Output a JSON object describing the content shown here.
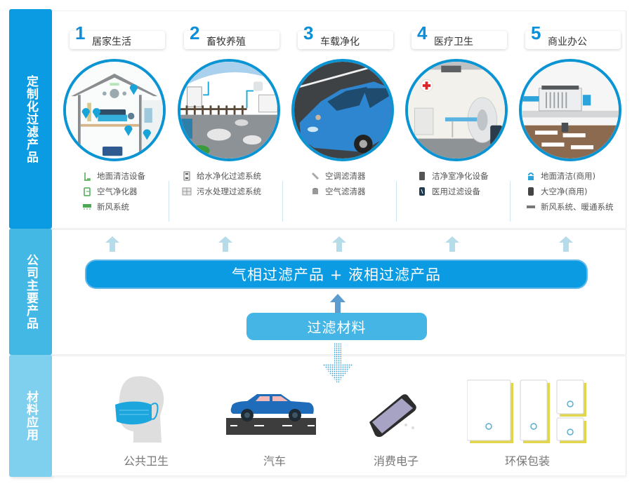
{
  "side_labels": {
    "customized": "定制化过滤产品",
    "main_products": "公司主要产品",
    "material_app": "材料应用"
  },
  "scenarios": [
    {
      "num": "1",
      "title": "居家生活",
      "items": [
        {
          "icon": "vacuum-icon",
          "label": "地面清洁设备"
        },
        {
          "icon": "air-purifier-icon",
          "label": "空气净化器"
        },
        {
          "icon": "ventilation-unit-icon",
          "label": "新风系统"
        }
      ]
    },
    {
      "num": "2",
      "title": "畜牧养殖",
      "items": [
        {
          "icon": "water-filter-cabinet-icon",
          "label": "给水净化过滤系统"
        },
        {
          "icon": "sewage-grid-icon",
          "label": "污水处理过滤系统"
        }
      ]
    },
    {
      "num": "3",
      "title": "车载净化",
      "items": [
        {
          "icon": "ac-filter-icon",
          "label": "空调滤清器"
        },
        {
          "icon": "air-filter-icon",
          "label": "空气滤清器"
        }
      ]
    },
    {
      "num": "4",
      "title": "医疗卫生",
      "items": [
        {
          "icon": "cleanroom-unit-icon",
          "label": "洁净室净化设备"
        },
        {
          "icon": "medical-filter-icon",
          "label": "医用过滤设备"
        }
      ]
    },
    {
      "num": "5",
      "title": "商业办公",
      "items": [
        {
          "icon": "commercial-vacuum-icon",
          "label": "地面清洁(商用)"
        },
        {
          "icon": "large-purifier-icon",
          "label": "大空净(商用)"
        },
        {
          "icon": "hvac-unit-icon",
          "label": "新风系统、暖通系统"
        }
      ]
    }
  ],
  "products": {
    "main_bar": "气相过滤产品 + 液相过滤产品",
    "material_bar": "过滤材料"
  },
  "applications": [
    {
      "icon": "mask-head-icon",
      "label": "公共卫生"
    },
    {
      "icon": "car-road-icon",
      "label": "汽车"
    },
    {
      "icon": "smartphone-icon",
      "label": "消费电子"
    },
    {
      "icon": "recycle-packaging-icon",
      "label": "环保包装"
    }
  ],
  "colors": {
    "primary_blue": "#0a9be3",
    "mid_blue": "#44b8e5",
    "light_blue": "#7fd0ee",
    "circle_border": "#0b94d4",
    "number_blue": "#0a8fd8",
    "package_yellow": "#e3d64f"
  }
}
